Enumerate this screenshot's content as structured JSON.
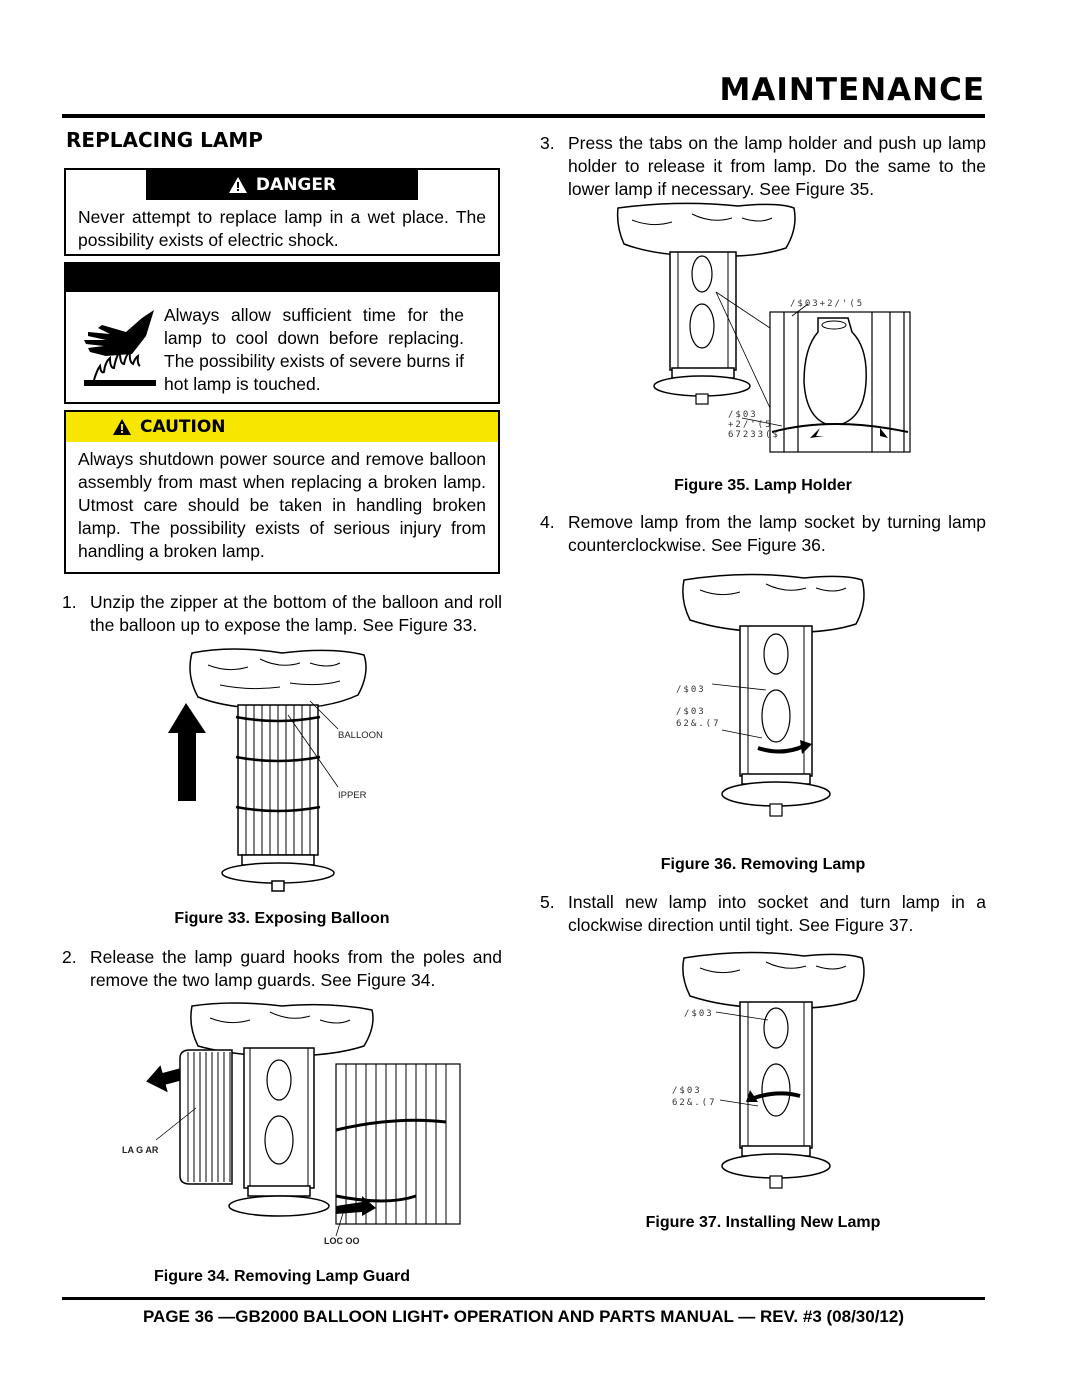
{
  "header": {
    "section_title": "MAINTENANCE"
  },
  "left": {
    "heading": "REPLACING LAMP",
    "danger": {
      "label": "DANGER",
      "text": "Never attempt to replace lamp in a wet place. The possibility exists of electric shock."
    },
    "hot_warning": {
      "text": "Always allow sufficient time for the lamp to cool down before replacing. The possibility exists of severe burns if hot lamp is touched."
    },
    "caution": {
      "label": "CAUTION",
      "text": "Always shutdown power source and remove balloon assembly from mast when replacing a broken lamp. Utmost care should be taken in handling broken lamp. The possibility exists of serious injury from handling a broken lamp."
    },
    "step1": {
      "num": "1.",
      "text": "Unzip the zipper at the bottom of the balloon and roll the balloon up to expose the lamp. See Figure 33."
    },
    "fig33": {
      "label_balloon": "BALLOON",
      "label_zipper": "IPPER",
      "caption": "Figure 33. Exposing Balloon"
    },
    "step2": {
      "num": "2.",
      "text": "Release the lamp guard hooks from the poles and remove the two lamp guards. See Figure 34."
    },
    "fig34": {
      "label_guard": "LA    G  AR",
      "label_lock": "LOC      OO",
      "caption": "Figure 34. Removing Lamp Guard"
    }
  },
  "right": {
    "step3": {
      "num": "3.",
      "text": "Press the tabs on the lamp holder and push up lamp holder to release it from lamp. Do the same to the lower lamp if necessary. See Figure 35."
    },
    "fig35": {
      "label_a": "/$03+2/'(5",
      "label_b1": "/$03",
      "label_b2": "+2/'(5",
      "label_b3": "67233($",
      "caption": "Figure 35. Lamp Holder"
    },
    "step4": {
      "num": "4.",
      "text": "Remove lamp from the lamp socket by turning lamp counterclockwise. See Figure 36."
    },
    "fig36": {
      "label_a": "/$03",
      "label_b1": "/$03",
      "label_b2": "62&.(7",
      "caption": "Figure 36. Removing Lamp"
    },
    "step5": {
      "num": "5.",
      "text": "Install new lamp into socket and turn lamp in a clockwise direction until tight. See Figure 37."
    },
    "fig37": {
      "label_a": "/$03",
      "label_b1": "/$03",
      "label_b2": "62&.(7",
      "caption": "Figure 37. Installing New Lamp"
    }
  },
  "footer": {
    "text": "PAGE 36 —GB2000 BALLOON LIGHT• OPERATION AND PARTS MANUAL — REV. #3 (08/30/12)"
  }
}
